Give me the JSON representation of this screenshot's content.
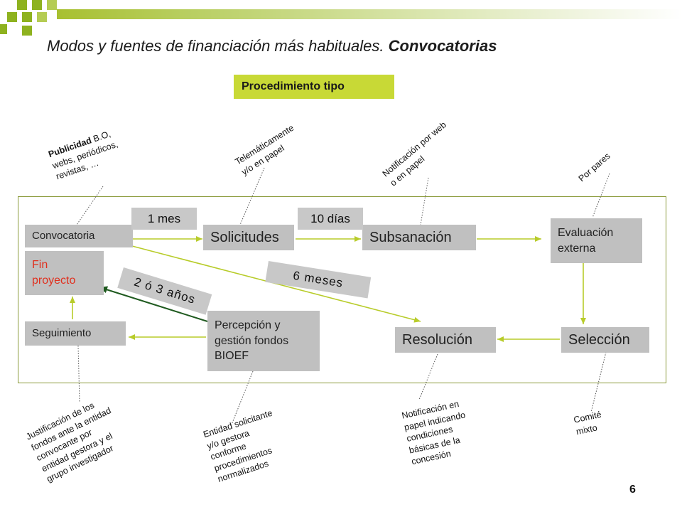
{
  "slide": {
    "title_main": "Modos y fuentes de financiación más habituales. ",
    "title_bold": "Convocatorias",
    "subtitle": "Procedimiento tipo",
    "page_number": "6"
  },
  "colors": {
    "accent_green": "#c8d936",
    "box_gray": "#c0c0c0",
    "arrow_yellow_green": "#b8cc2a",
    "arrow_dark_green": "#1f5a1f",
    "fin_red": "#e0301e"
  },
  "nodes": {
    "convocatoria": "Convocatoria",
    "solicitudes": "Solicitudes",
    "subsanacion": "Subsanación",
    "evaluacion": "Evaluación\nexterna",
    "fin_proyecto": "Fin\nproyecto",
    "seguimiento": "Seguimiento",
    "percepcion": "Percepción y\ngestión fondos\nBIOEF",
    "resolucion": "Resolución",
    "seleccion": "Selección"
  },
  "durations": {
    "un_mes": "1 mes",
    "diez_dias": "10 días",
    "seis_meses": "6 meses",
    "dos_tres_anos": "2 ó 3 años"
  },
  "notes": {
    "publicidad_bold": "Publicidad",
    "publicidad_rest": " B.O,\nwebs, periódicos,\nrevistas, …",
    "telematicamente": "Telemáticamente\ny/o en papel",
    "notificacion_web": "Notificación por web\no en papel",
    "por_pares": "Por pares",
    "justificacion": "Justificación de los\nfondos ante la entidad\nconvocante por\nentidad gestora y el\ngrupo investigador",
    "entidad_solicitante": "Entidad solicitante\ny/o gestora\nconforme\nprocedimientos\nnormalizados",
    "notificacion_papel": "Notificación en\npapel indicando\ncondiciones\nbásicas de la\nconcesión",
    "comite_mixto": "Comité\nmixto"
  }
}
